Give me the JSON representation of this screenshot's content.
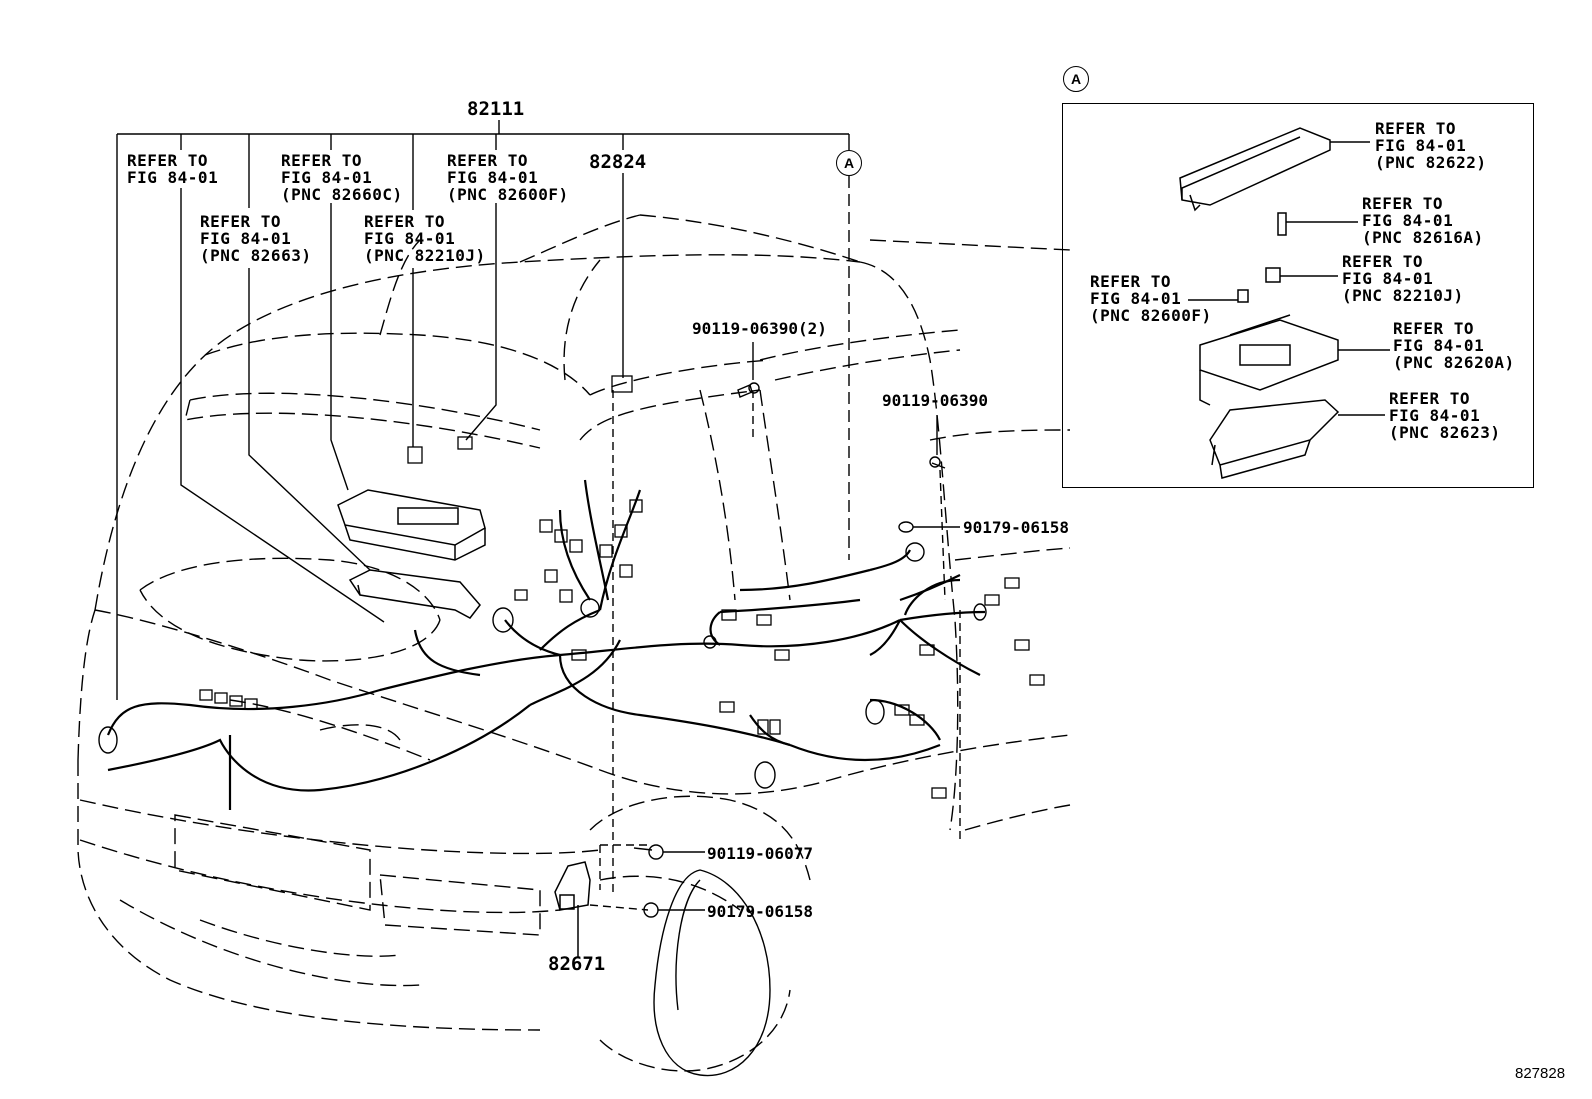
{
  "diagram": {
    "document_id": "827828",
    "main_part": "82111",
    "parts": {
      "p82824": "82824",
      "p82671": "82671",
      "p90119_06390_2": "90119-06390(2)",
      "p90119_06390": "90119-06390",
      "p90179_06158_a": "90179-06158",
      "p90119_06077": "90119-06077",
      "p90179_06158_b": "90179-06158"
    },
    "view_tag": "A",
    "main_refs": [
      {
        "line1": "REFER TO",
        "line2": "FIG 84-01",
        "line3": ""
      },
      {
        "line1": "REFER TO",
        "line2": "FIG 84-01",
        "line3": "(PNC 82663)"
      },
      {
        "line1": "REFER TO",
        "line2": "FIG 84-01",
        "line3": "(PNC 82660C)"
      },
      {
        "line1": "REFER TO",
        "line2": "FIG 84-01",
        "line3": "(PNC 82210J)"
      },
      {
        "line1": "REFER TO",
        "line2": "FIG 84-01",
        "line3": "(PNC 82600F)"
      }
    ],
    "inset_refs": [
      {
        "line1": "REFER TO",
        "line2": "FIG 84-01",
        "line3": "(PNC 82622)"
      },
      {
        "line1": "REFER TO",
        "line2": "FIG 84-01",
        "line3": "(PNC 82616A)"
      },
      {
        "line1": "REFER TO",
        "line2": "FIG 84-01",
        "line3": "(PNC 82210J)"
      },
      {
        "line1": "REFER TO",
        "line2": "FIG 84-01",
        "line3": "(PNC 82600F)"
      },
      {
        "line1": "REFER TO",
        "line2": "FIG 84-01",
        "line3": "(PNC 82620A)"
      },
      {
        "line1": "REFER TO",
        "line2": "FIG 84-01",
        "line3": "(PNC 82623)"
      }
    ]
  }
}
